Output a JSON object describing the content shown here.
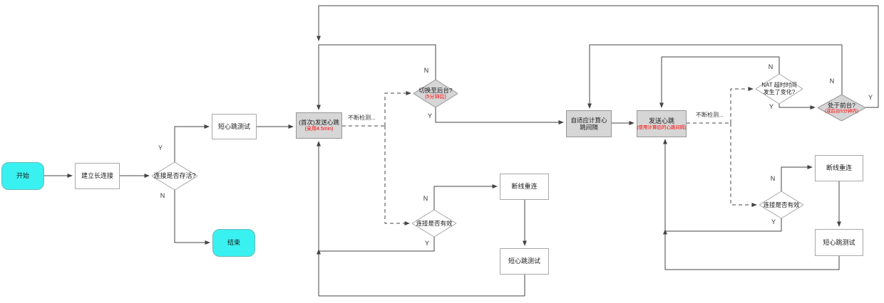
{
  "colors": {
    "terminal_fill": "#3af1f1",
    "process_fill": "#ffffff",
    "emphasis_fill": "#d6d6d6",
    "note_text": "#ff0000",
    "line": "#444444"
  },
  "labels": {
    "yes": "Y",
    "no": "N",
    "detecting": "不断检测..."
  },
  "nodes": {
    "start": {
      "label": "开始"
    },
    "establish_connection": {
      "label": "建立长连接"
    },
    "is_connection_alive": {
      "label": "连接是否存活?"
    },
    "short_heartbeat_test_1": {
      "label": "短心跳测试"
    },
    "first_send_heartbeat": {
      "label": "(首次)发送心跳",
      "note": "(采用4.5min)"
    },
    "end": {
      "label": "结束"
    },
    "switch_to_background": {
      "label": "切换至后台?",
      "note": "(5分钟后)"
    },
    "is_connection_valid_1": {
      "label": "连接是否有效"
    },
    "reconnect_1": {
      "label": "断线重连"
    },
    "short_heartbeat_test_2": {
      "label": "短心跳测试"
    },
    "adaptive_compute_interval": {
      "label": "自适应计算心跳间隔"
    },
    "send_heartbeat": {
      "label": "发送心跳",
      "note": "(使用计算后的心跳间隔)"
    },
    "nat_timeout_changed": {
      "line1": "NAT 超时时间",
      "line2": "发生了变化?"
    },
    "in_foreground": {
      "label": "处于前台?",
      "note": "(或后台5分钟内)"
    },
    "is_connection_valid_2": {
      "label": "连接是否有效"
    },
    "reconnect_2": {
      "label": "断线重连"
    },
    "short_heartbeat_test_3": {
      "label": "短心跳测试"
    }
  }
}
